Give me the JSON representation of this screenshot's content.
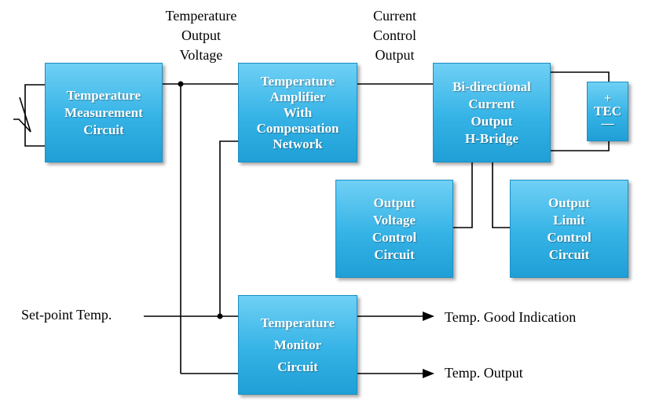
{
  "blocks": {
    "temp_measurement": [
      "Temperature",
      "Measurement",
      "Circuit"
    ],
    "temp_amplifier": [
      "Temperature",
      "Amplifier",
      "With",
      "Compensation",
      "Network"
    ],
    "hbridge": [
      "Bi-directional",
      "Current",
      "Output",
      "H-Bridge"
    ],
    "tec": {
      "plus": "+",
      "label": "TEC",
      "minus": "—"
    },
    "output_voltage_control": [
      "Output",
      "Voltage",
      "Control",
      "Circuit"
    ],
    "output_limit_control": [
      "Output",
      "Limit",
      "Control",
      "Circuit"
    ],
    "temp_monitor": [
      "Temperature",
      "Monitor",
      "Circuit"
    ]
  },
  "labels": {
    "temp_output_voltage": [
      "Temperature",
      "Output",
      "Voltage"
    ],
    "current_control_output": [
      "Current",
      "Control",
      "Output"
    ],
    "setpoint": "Set-point Temp.",
    "temp_good": "Temp. Good Indication",
    "temp_output": "Temp. Output"
  },
  "colors": {
    "block_top": "#6fd0f5",
    "block_bottom": "#1f9fd6",
    "block_text": "#ffffff",
    "wire": "#000000"
  }
}
